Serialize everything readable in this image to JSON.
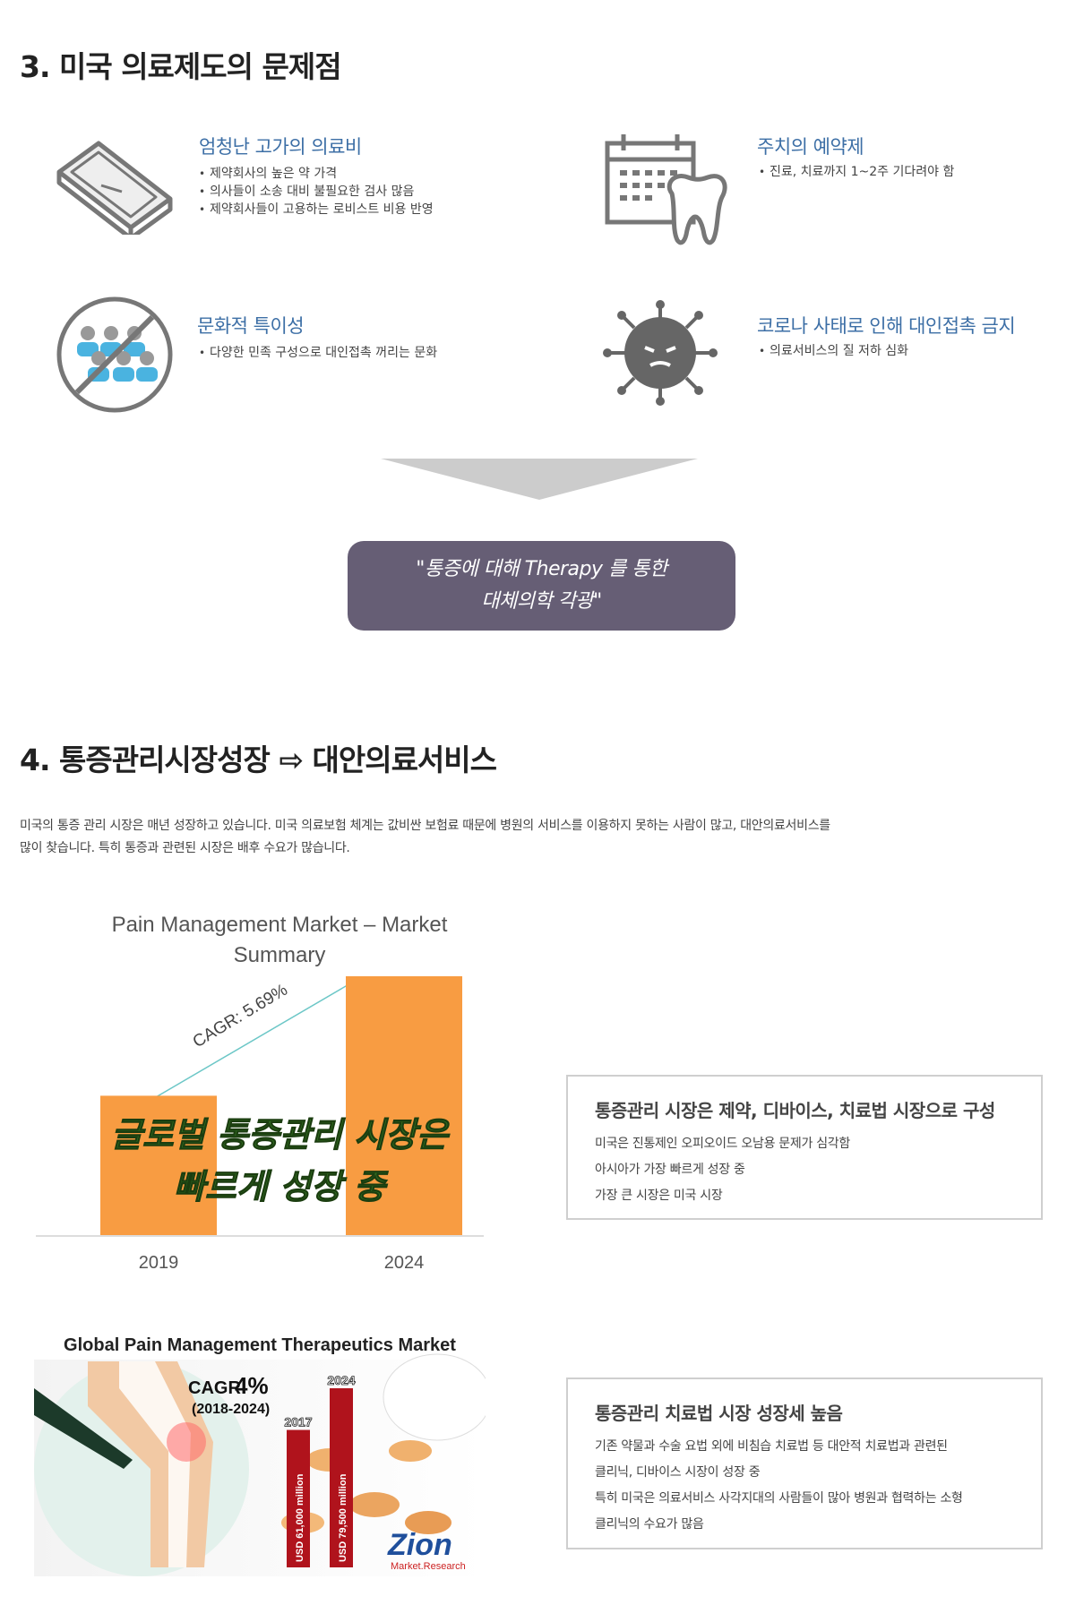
{
  "section3": {
    "title": "3. 미국 의료제도의 문제점",
    "features": [
      {
        "icon": "money-stack-icon",
        "title": "엄청난 고가의 의료비",
        "bullets": [
          "제약회사의 높은 약 가격",
          "의사들이 소송 대비 불필요한 검사 많음",
          "제약회사들이 고용하는 로비스트 비용 반영"
        ]
      },
      {
        "icon": "calendar-tooth-icon",
        "title": "주치의 예약제",
        "bullets": [
          "진료, 치료까지 1~2주 기다려야 함"
        ]
      },
      {
        "icon": "no-crowd-icon",
        "title": "문화적 특이성",
        "bullets": [
          "다양한 민족 구성으로 대인접촉 꺼리는 문화"
        ]
      },
      {
        "icon": "virus-icon",
        "title": "코로나 사태로 인해 대인접촉 금지",
        "bullets": [
          "의료서비스의 질 저하 심화"
        ]
      }
    ],
    "quote_line1": "\"통증에 대해 Therapy 를 통한",
    "quote_line2": "대체의학 각광\""
  },
  "section4": {
    "title": "4. 통증관리시장성장 ⇨ 대안의료서비스",
    "description_line1": "미국의 통증 관리 시장은 매년 성장하고 있습니다. 미국 의료보험 체계는 값비싼 보험료 때문에 병원의 서비스를 이용하지 못하는 사람이 많고, 대안의료서비스를",
    "description_line2": "많이 찾습니다. 특히 통증과 관련된 시장은 배후 수요가 많습니다.",
    "info_boxes": [
      {
        "title": "통증관리 시장은 제약, 디바이스, 치료법 시장으로 구성",
        "lines": [
          "미국은 진통제인 오피오이드 오남용 문제가 심각함",
          "아시아가 가장 빠르게 성장 중",
          "가장 큰 시장은 미국 시장"
        ]
      },
      {
        "title": "통증관리 치료법 시장 성장세 높음",
        "lines": [
          "기존 약물과 수술 요법 외에 비침습 치료법 등 대안적 치료법과 관련된",
          "클리닉, 디바이스 시장이 성장 중",
          "특히 미국은 의료서비스 사각지대의 사람들이 많아 병원과 협력하는 소형",
          "클리닉의 수요가 많음"
        ]
      }
    ]
  },
  "chart_data": [
    {
      "type": "bar",
      "title": "Pain Management Market – Market Summary",
      "title_line1": "Pain Management Market – Market",
      "title_line2": "Summary",
      "categories": [
        "2019",
        "2024"
      ],
      "values": [
        0.54,
        1.0
      ],
      "annotation": "CAGR: 5.69%",
      "overlay_line1": "글로벌 통증관리 시장은",
      "overlay_line2": "빠르게 성장 중",
      "bar_color": "#f89c42",
      "overlay_color": "#2f6b1f"
    },
    {
      "type": "bar",
      "title": "Global Pain Management Therapeutics Market",
      "cagr_label": "CAGR",
      "cagr_value": "4%",
      "period": "(2018-2024)",
      "categories": [
        "2017",
        "2024"
      ],
      "values": [
        61000,
        79500
      ],
      "value_labels": [
        "USD 61,000 million",
        "USD 79,500 million"
      ],
      "bar_color": "#b0131c",
      "brand_main": "Zion",
      "brand_sub": "Market.Research"
    }
  ],
  "colors": {
    "accent_blue": "#3d6fa6",
    "quote_bg": "#665e75",
    "border_gray": "#cfcfcf"
  }
}
